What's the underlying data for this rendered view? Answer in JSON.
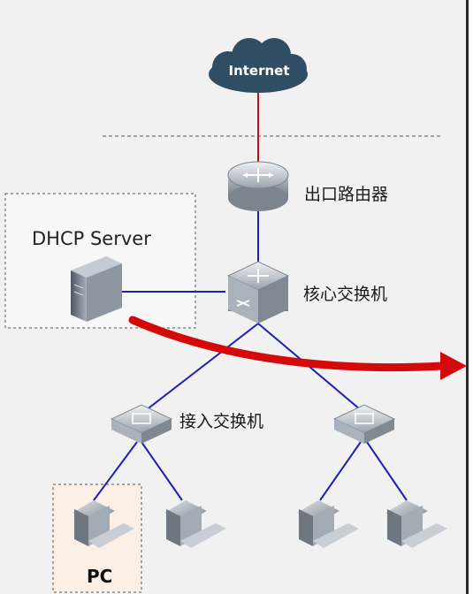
{
  "labels": {
    "internet": "Internet",
    "router": "出口路由器",
    "core_switch": "核心交换机",
    "access_switch": "接入交换机",
    "dhcp_server": "DHCP Server",
    "pc": "PC"
  },
  "colors": {
    "link_blue": "#1d1db8",
    "link_red": "#c01010",
    "arrow_red": "#d20a0a",
    "cloud": "#2f4d63"
  }
}
